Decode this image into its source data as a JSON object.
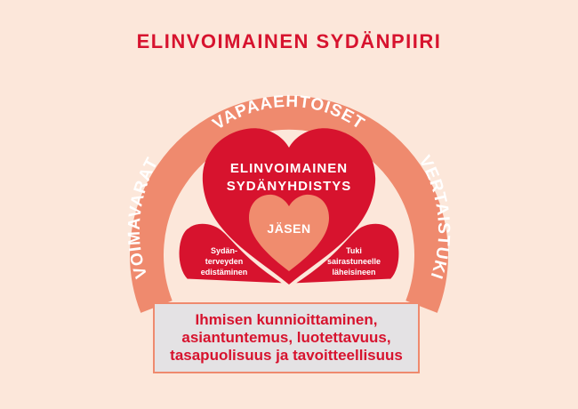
{
  "title": "ELINVOIMAINEN SYDÄNPIIRI",
  "ring": {
    "top": "VAPAAEHTOISET",
    "left": "VOIMAVARAT",
    "right": "VERTAISTUKI"
  },
  "big_heart": {
    "line1": "ELINVOIMAINEN",
    "line2": "SYDÄNYHDISTYS"
  },
  "center_heart": {
    "label": "JÄSEN"
  },
  "left_heart": {
    "lines": [
      "Sydän-",
      "terveyden",
      "edistäminen"
    ]
  },
  "right_heart": {
    "lines": [
      "Tuki",
      "sairastuneelle",
      "läheisineen"
    ]
  },
  "values_box": {
    "lines": [
      "Ihmisen kunnioittaminen,",
      "asiantuntemus, luotettavuus,",
      "tasapuolisuus ja tavoitteellisuus"
    ]
  },
  "colors": {
    "background": "#fce7da",
    "ring": "#ef8a6e",
    "heart_red": "#d7132e",
    "center_heart": "#f08c6e",
    "box_fill": "#e4e2e4",
    "text_red": "#d7132e"
  }
}
